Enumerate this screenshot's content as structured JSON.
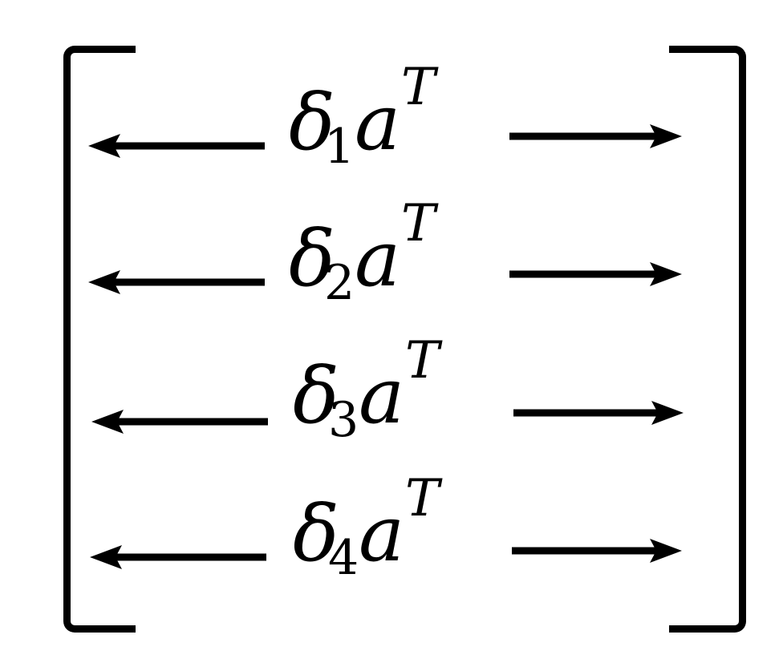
{
  "rows": [
    {
      "symbol": "δ",
      "subscript": "1",
      "variable": "a",
      "superscript": "T"
    },
    {
      "symbol": "δ",
      "subscript": "2",
      "variable": "a",
      "superscript": "T"
    },
    {
      "symbol": "δ",
      "subscript": "3",
      "variable": "a",
      "superscript": "T"
    },
    {
      "symbol": "δ",
      "subscript": "4",
      "variable": "a",
      "superscript": "T"
    }
  ]
}
